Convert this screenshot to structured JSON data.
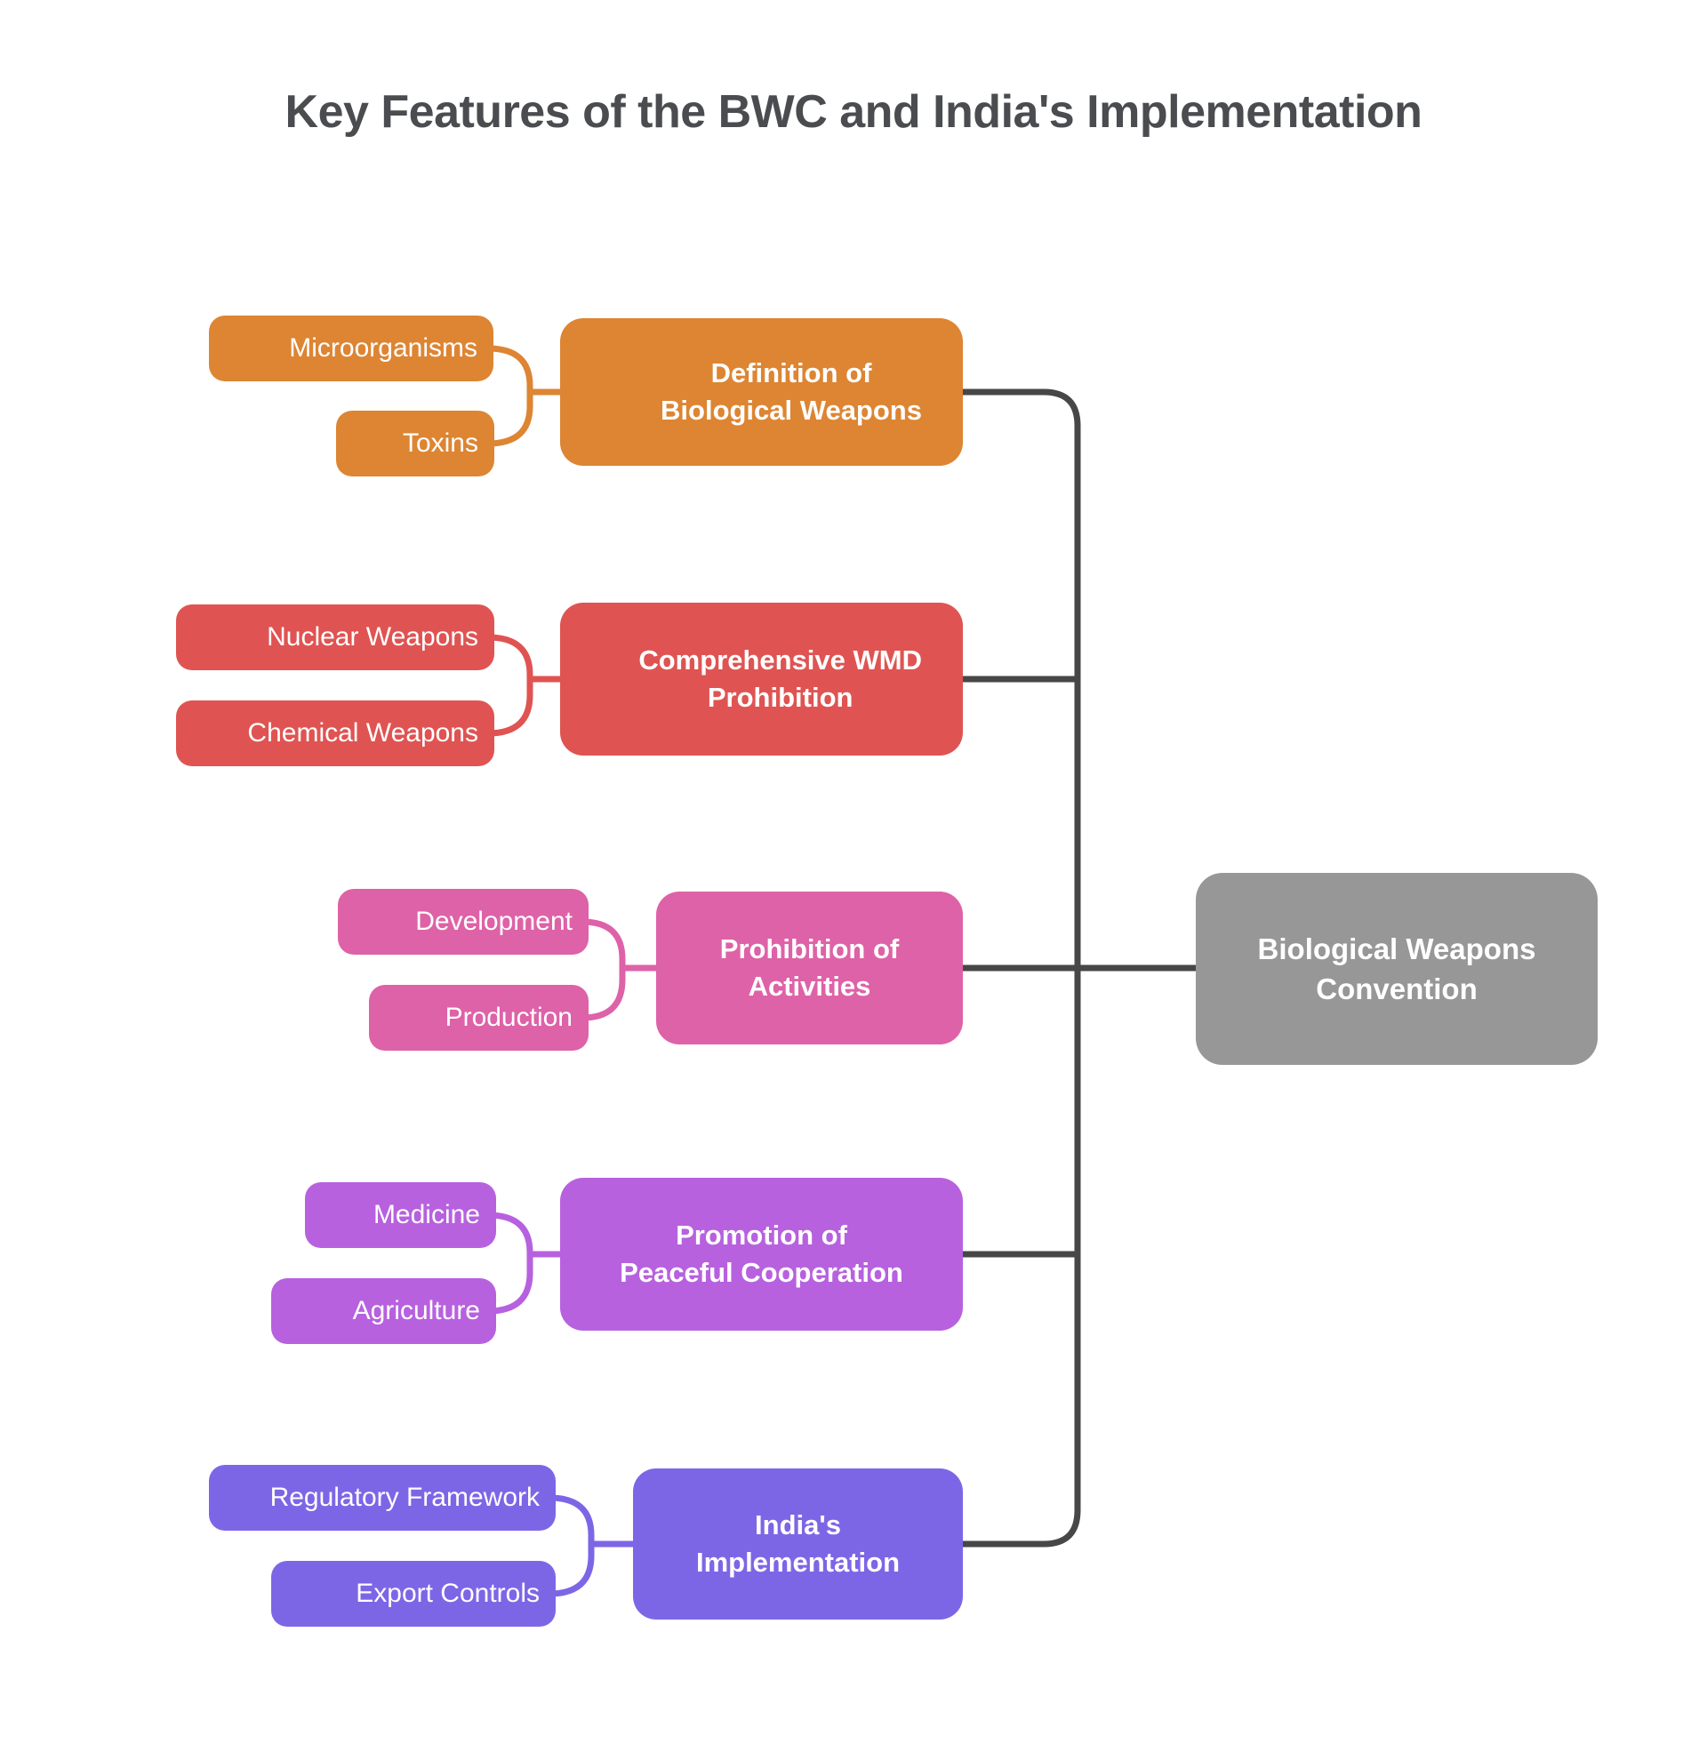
{
  "title": {
    "text": "Key Features of the BWC and India's Implementation",
    "color": "#4a4c4f"
  },
  "connector_color": "#474747",
  "root": {
    "label_lines": [
      "Biological Weapons",
      "Convention"
    ],
    "color": "#979797"
  },
  "branches": [
    {
      "label_lines": [
        "Definition of",
        "Biological Weapons"
      ],
      "color": "#DD8533",
      "children": [
        "Microorganisms",
        "Toxins"
      ]
    },
    {
      "label_lines": [
        "Comprehensive WMD",
        "Prohibition"
      ],
      "color": "#DF5452",
      "children": [
        "Nuclear Weapons",
        "Chemical Weapons"
      ]
    },
    {
      "label_lines": [
        "Prohibition of",
        "Activities"
      ],
      "color": "#DE62A7",
      "children": [
        "Development",
        "Production"
      ]
    },
    {
      "label_lines": [
        "Promotion of",
        "Peaceful Cooperation"
      ],
      "color": "#B761DF",
      "children": [
        "Medicine",
        "Agriculture"
      ]
    },
    {
      "label_lines": [
        "India's",
        "Implementation"
      ],
      "color": "#7D66E6",
      "children": [
        "Regulatory Framework",
        "Export Controls"
      ]
    }
  ]
}
